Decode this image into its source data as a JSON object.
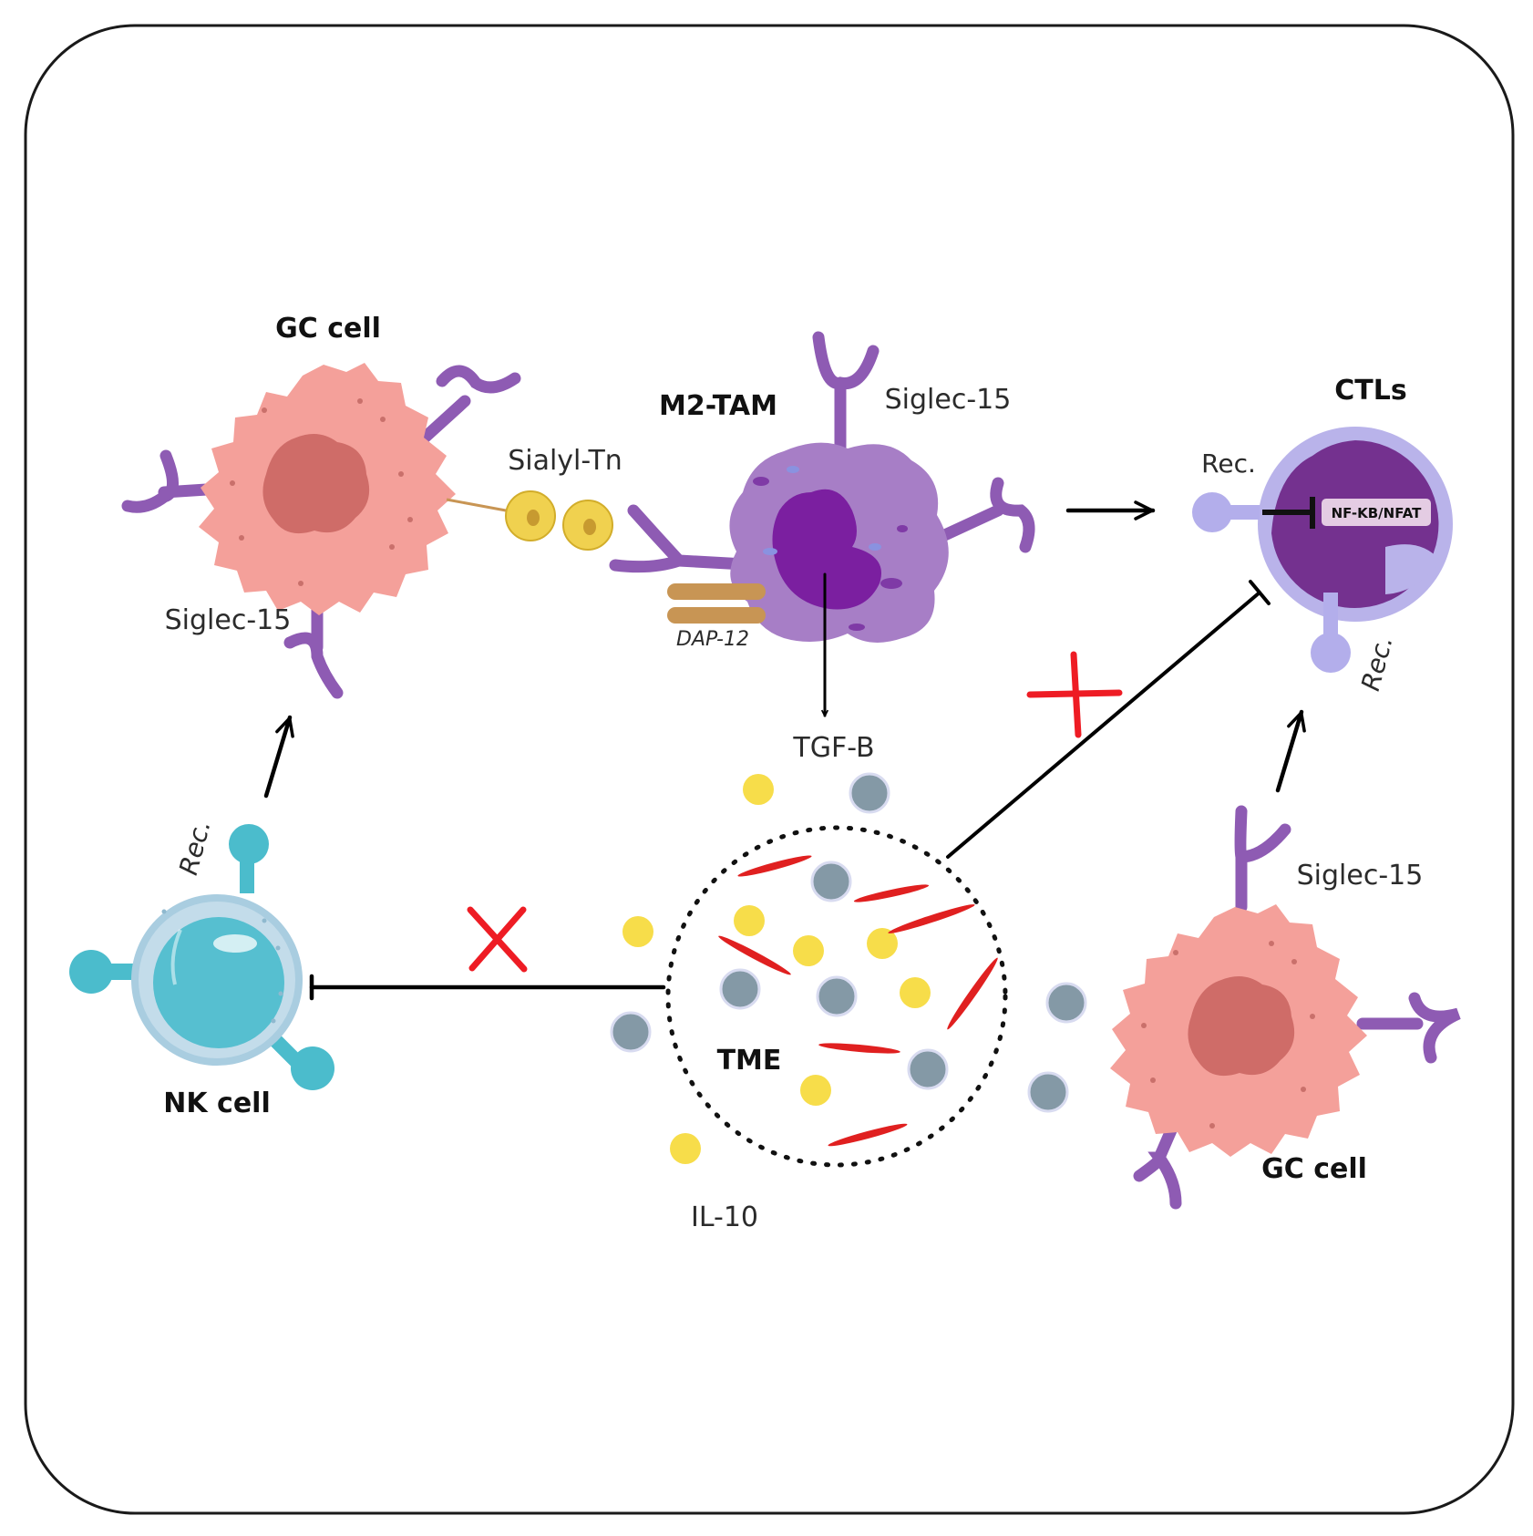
{
  "colors": {
    "frame": "#1a1a1a",
    "gc_body": "#f4a09a",
    "gc_nucleus": "#cf6c68",
    "siglec": "#8e5bb3",
    "tam_body": "#a77ec6",
    "tam_nucleus": "#7b1fa0",
    "dap": "#c89554",
    "sialyl": "#f0d14f",
    "ctl_outer": "#b9b3ea",
    "ctl_inner": "#74318f",
    "nk_outer": "#a9cde0",
    "nk_inner": "#56bfd0",
    "nk_rec": "#4bbccc",
    "ctl_rec": "#b3aeeb",
    "yellow_dot": "#f7dd4a",
    "grey_dot": "#8499a6",
    "red_cell": "#e02020",
    "red_x": "#ee1c24",
    "arrow": "#000000"
  },
  "labels": {
    "gc_cell_top": "GC cell",
    "gc_cell_bottom": "GC cell",
    "m2_tam": "M2-TAM",
    "ctls": "CTLs",
    "nk_cell": "NK cell",
    "tme": "TME",
    "siglec_left": "Siglec-15",
    "siglec_tam": "Siglec-15",
    "siglec_right": "Siglec-15",
    "sialyl_tn": "Sialyl-Tn",
    "dap12": "DAP-12",
    "tgf_b": "TGF-B",
    "il10": "IL-10",
    "rec_ctl_top": "Rec.",
    "rec_ctl_bottom": "Rec.",
    "rec_nk": "Rec.",
    "nfkb_nfat": "NF-KB/NFAT"
  }
}
